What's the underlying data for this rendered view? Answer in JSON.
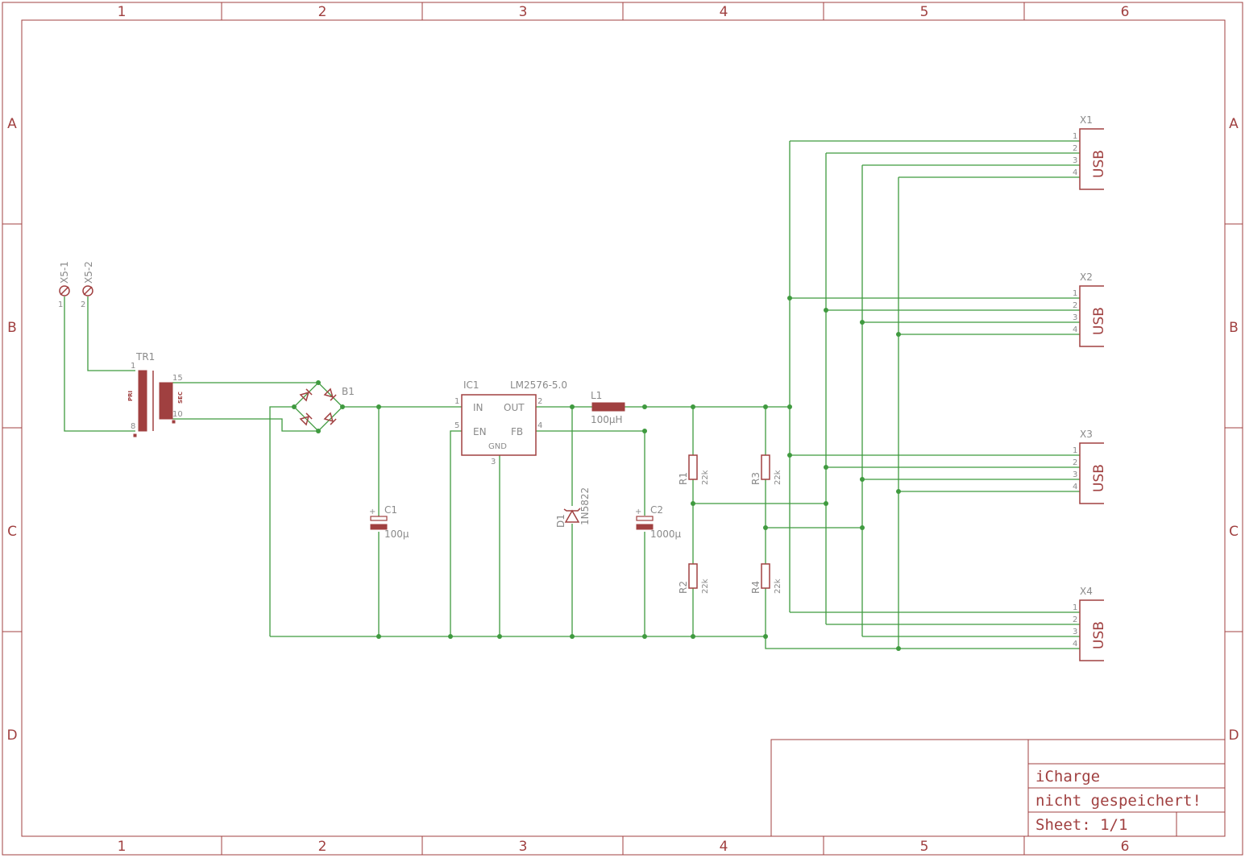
{
  "frame": {
    "columns": [
      "1",
      "2",
      "3",
      "4",
      "5",
      "6"
    ],
    "rows": [
      "A",
      "B",
      "C",
      "D"
    ]
  },
  "title_block": {
    "title": "iCharge",
    "status": "nicht gespeichert!",
    "sheet": "Sheet: 1/1"
  },
  "colors": {
    "component": "#a04040",
    "wire": "#3f9a3f",
    "label": "#8a8a8a"
  },
  "components": {
    "x5_1": "X5-1",
    "x5_2": "X5-2",
    "x5_1_pin": "1",
    "x5_2_pin": "2",
    "tr1": {
      "name": "TR1",
      "pri": "PRI",
      "sec": "SEC",
      "p1": "1",
      "p8": "8",
      "p15": "15",
      "p10": "10"
    },
    "b1": "B1",
    "ic1": {
      "name": "IC1",
      "value": "LM2576-5.0",
      "in": "IN",
      "out": "OUT",
      "en": "EN",
      "fb": "FB",
      "gnd": "GND",
      "p1": "1",
      "p2": "2",
      "p3": "3",
      "p4": "4",
      "p5": "5"
    },
    "l1": {
      "name": "L1",
      "value": "100µH"
    },
    "c1": {
      "name": "C1",
      "value": "100µ"
    },
    "c2": {
      "name": "C2",
      "value": "1000µ"
    },
    "d1": {
      "name": "D1",
      "value": "1N5822"
    },
    "r1": {
      "name": "R1",
      "value": "22k"
    },
    "r2": {
      "name": "R2",
      "value": "22k"
    },
    "r3": {
      "name": "R3",
      "value": "22k"
    },
    "r4": {
      "name": "R4",
      "value": "22k"
    },
    "usb_label": "USB",
    "usb_pins": [
      "1",
      "2",
      "3",
      "4"
    ],
    "connectors": [
      "X1",
      "X2",
      "X3",
      "X4"
    ]
  }
}
